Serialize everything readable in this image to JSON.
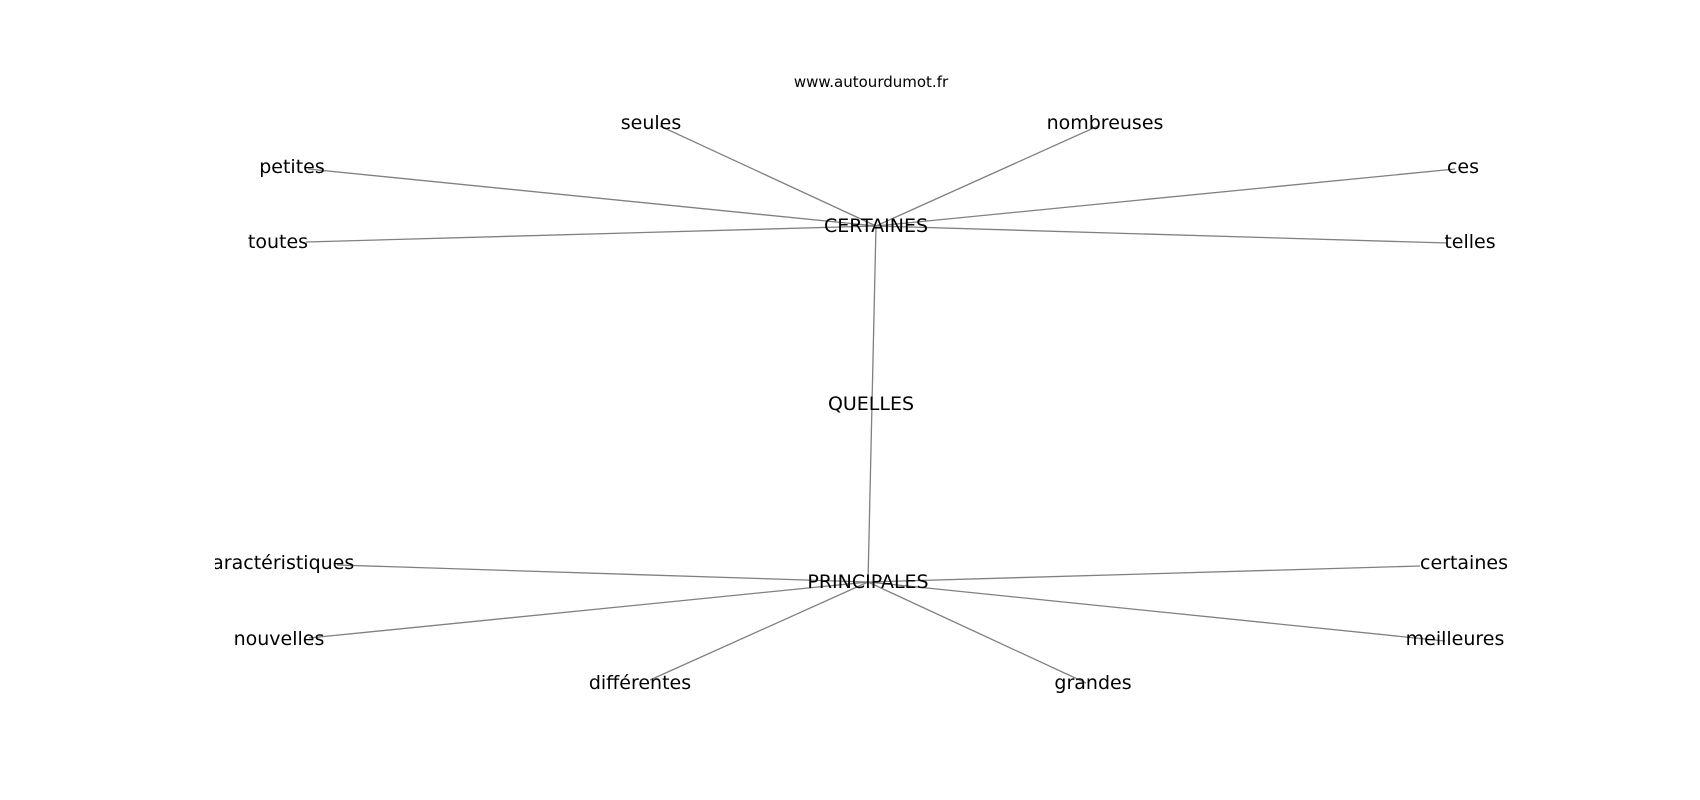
{
  "site": "www.autourdumot.fr",
  "graph": {
    "nodes": [
      {
        "id": "quelles",
        "label": "QUELLES"
      },
      {
        "id": "certaines_hub",
        "label": "CERTAINES"
      },
      {
        "id": "principales",
        "label": "PRINCIPALES"
      },
      {
        "id": "seules",
        "label": "seules"
      },
      {
        "id": "nombreuses",
        "label": "nombreuses"
      },
      {
        "id": "petites",
        "label": "petites"
      },
      {
        "id": "ces",
        "label": "ces"
      },
      {
        "id": "toutes",
        "label": "toutes"
      },
      {
        "id": "telles",
        "label": "telles"
      },
      {
        "id": "caracteristiques",
        "label": "caractéristiques"
      },
      {
        "id": "certaines_leaf",
        "label": "certaines"
      },
      {
        "id": "nouvelles",
        "label": "nouvelles"
      },
      {
        "id": "meilleures",
        "label": "meilleures"
      },
      {
        "id": "differentes",
        "label": "différentes"
      },
      {
        "id": "grandes",
        "label": "grandes"
      }
    ],
    "edges": [
      [
        "certaines_hub",
        "principales"
      ],
      [
        "certaines_hub",
        "seules"
      ],
      [
        "certaines_hub",
        "nombreuses"
      ],
      [
        "certaines_hub",
        "petites"
      ],
      [
        "certaines_hub",
        "ces"
      ],
      [
        "certaines_hub",
        "toutes"
      ],
      [
        "certaines_hub",
        "telles"
      ],
      [
        "principales",
        "caracteristiques"
      ],
      [
        "principales",
        "certaines_leaf"
      ],
      [
        "principales",
        "nouvelles"
      ],
      [
        "principales",
        "meilleures"
      ],
      [
        "principales",
        "differentes"
      ],
      [
        "principales",
        "grandes"
      ]
    ]
  }
}
